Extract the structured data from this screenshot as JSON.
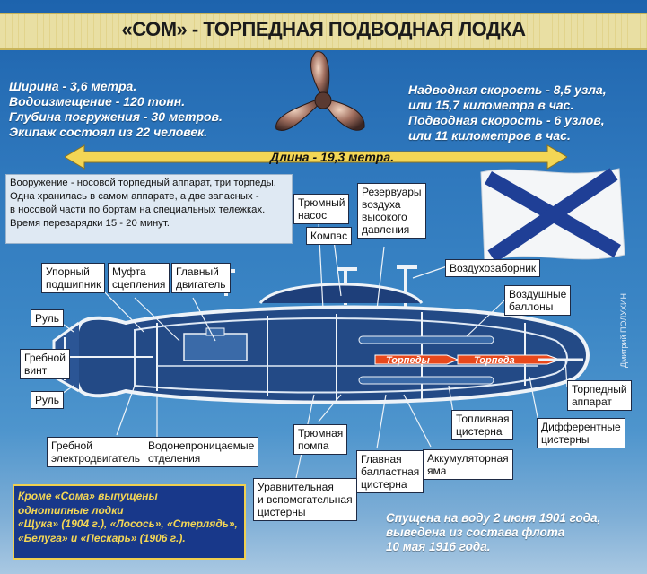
{
  "title": "«СОМ» - ТОРПЕДНАЯ ПОДВОДНАЯ ЛОДКА",
  "specs_left": [
    "Ширина - 3,6 метра.",
    "Водоизмещение - 120 тонн.",
    "Глубина погружения - 30 метров.",
    "Экипаж состоял из 22 человек."
  ],
  "specs_right": [
    "Надводная скорость - 8,5 узла,",
    "или 15,7 километра в час.",
    "Подводная скорость - 6 узлов,",
    "или 11 километров в час."
  ],
  "length_label": "Длина - 19,3 метра.",
  "armament": [
    "Вооружение - носовой торпедный аппарат, три торпеды.",
    "Одна хранилась в самом аппарате, а две запасных -",
    "в носовой части по бортам на специальных тележках.",
    "Время перезарядки 15 - 20 минут."
  ],
  "labels": {
    "thrust_bearing": [
      "Упорный",
      "подшипник"
    ],
    "clutch": [
      "Муфта",
      "сцепления"
    ],
    "main_engine": [
      "Главный",
      "двигатель"
    ],
    "bilge_pump_top": [
      "Трюмный",
      "насос"
    ],
    "compass": "Компас",
    "air_reservoirs": [
      "Резервуары",
      "воздуха",
      "высокого",
      "давления"
    ],
    "air_intake": "Воздухозаборник",
    "air_cylinders": [
      "Воздушные",
      "баллоны"
    ],
    "rudder_top": "Руль",
    "propeller": [
      "Гребной",
      "винт"
    ],
    "rudder_bottom": "Руль",
    "torpedo_tube": [
      "Торпедный",
      "аппарат"
    ],
    "trim_tanks": [
      "Дифферентные",
      "цистерны"
    ],
    "fuel_tank": [
      "Топливная",
      "цистерна"
    ],
    "electric_motor": [
      "Гребной",
      "электродвигатель"
    ],
    "bulkheads": [
      "Водонепроницаемые",
      "отделения"
    ],
    "bilge_pump_bottom": [
      "Трюмная",
      "помпа"
    ],
    "main_ballast": [
      "Главная",
      "балластная",
      "цистерна"
    ],
    "battery_pit": [
      "Аккумуляторная",
      "яма"
    ],
    "equalizing_tanks": [
      "Уравнительная",
      "и вспомогательная",
      "цистерны"
    ]
  },
  "torpedo_labels": [
    "Торпеды",
    "Торпеда"
  ],
  "other_boats": [
    "Кроме «Сома» выпущены",
    "однотипные лодки",
    "«Щука» (1904 г.), «Лосось», «Стерлядь»,",
    "«Белуга» и «Пескарь» (1906 г.)."
  ],
  "launch": [
    "Спущена на воду 2 июня 1901 года,",
    "выведена из состава флота",
    "10 мая 1916 года."
  ],
  "author": "Дмитрий ПОЛУХИН",
  "colors": {
    "accent_yellow": "#f3d655",
    "torpedo_red": "#e8481c",
    "panel_blue": "#18388a"
  }
}
